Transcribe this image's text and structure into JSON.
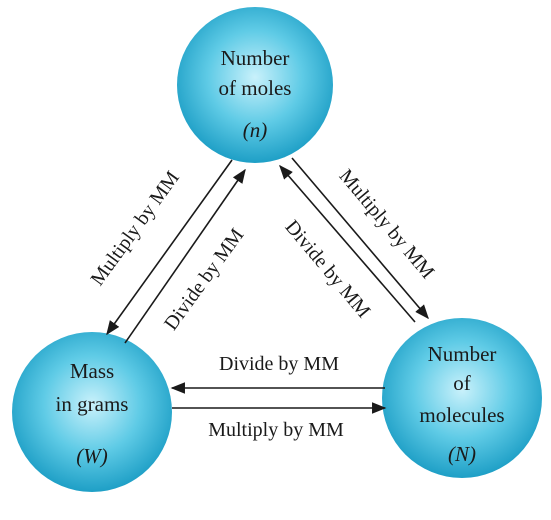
{
  "nodes": {
    "moles": {
      "line1": "Number",
      "line2": "of moles",
      "symbol": "(n)"
    },
    "mass": {
      "line1": "Mass",
      "line2": "in grams",
      "symbol": "(W)"
    },
    "molecules": {
      "line1": "Number",
      "line2": "of",
      "line3": "molecules",
      "symbol": "(N)"
    }
  },
  "edges": {
    "moles_to_mass": "Multiply by MM",
    "mass_to_moles": "Divide by MM",
    "molecules_to_moles": "Divide by MM",
    "moles_to_molecules": "Multiply by MM",
    "molecules_to_mass": "Divide by MM",
    "mass_to_molecules": "Multiply by MM"
  },
  "colors": {
    "circle_center": "#c9f1fb",
    "circle_mid": "#5fcbe6",
    "circle_edge": "#1e9fc6",
    "text": "#1a1a1a"
  }
}
